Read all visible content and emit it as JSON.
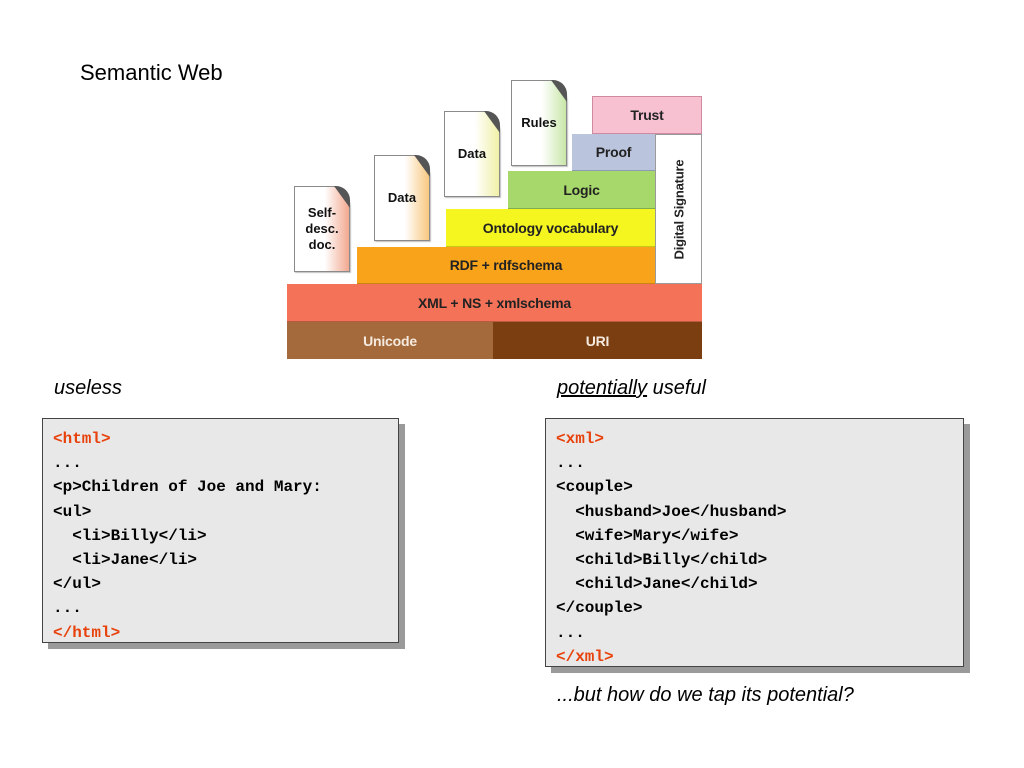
{
  "title": "Semantic Web",
  "diagram": {
    "layers": {
      "unicode": "Unicode",
      "uri": "URI",
      "xml": "XML + NS + xmlschema",
      "rdf": "RDF + rdfschema",
      "ontology": "Ontology vocabulary",
      "logic": "Logic",
      "proof": "Proof",
      "trust": "Trust",
      "digital_signature": "Digital Signature"
    },
    "documents": {
      "self_desc_line1": "Self-",
      "self_desc_line2": "desc.",
      "self_desc_line3": "doc.",
      "data1": "Data",
      "data2": "Data",
      "rules": "Rules"
    },
    "colors": {
      "unicode": "#a46a3c",
      "uri": "#7b3e10",
      "xml": "#f47358",
      "rdf": "#f8a31a",
      "ontology": "#f5f51f",
      "logic": "#a7d86b",
      "proof": "#bac4dc",
      "trust": "#f8c1d1",
      "code_highlight": "#e8420c"
    }
  },
  "captions": {
    "left": "useless",
    "right_underlined": "potentially",
    "right_rest": " useful",
    "question": "...but how do we tap its potential?"
  },
  "code_left": [
    {
      "text": "<html>",
      "highlight": true
    },
    {
      "text": "...",
      "highlight": false
    },
    {
      "text": "<p>Children of Joe and Mary:",
      "highlight": false
    },
    {
      "text": "<ul>",
      "highlight": false
    },
    {
      "text": "  <li>Billy</li>",
      "highlight": false
    },
    {
      "text": "  <li>Jane</li>",
      "highlight": false
    },
    {
      "text": "</ul>",
      "highlight": false
    },
    {
      "text": "...",
      "highlight": false
    },
    {
      "text": "</html>",
      "highlight": true
    }
  ],
  "code_right": [
    {
      "text": "<xml>",
      "highlight": true
    },
    {
      "text": "...",
      "highlight": false
    },
    {
      "text": "<couple>",
      "highlight": false
    },
    {
      "text": "  <husband>Joe</husband>",
      "highlight": false
    },
    {
      "text": "  <wife>Mary</wife>",
      "highlight": false
    },
    {
      "text": "  <child>Billy</child>",
      "highlight": false
    },
    {
      "text": "  <child>Jane</child>",
      "highlight": false
    },
    {
      "text": "</couple>",
      "highlight": false
    },
    {
      "text": "...",
      "highlight": false
    },
    {
      "text": "</xml>",
      "highlight": true
    }
  ]
}
